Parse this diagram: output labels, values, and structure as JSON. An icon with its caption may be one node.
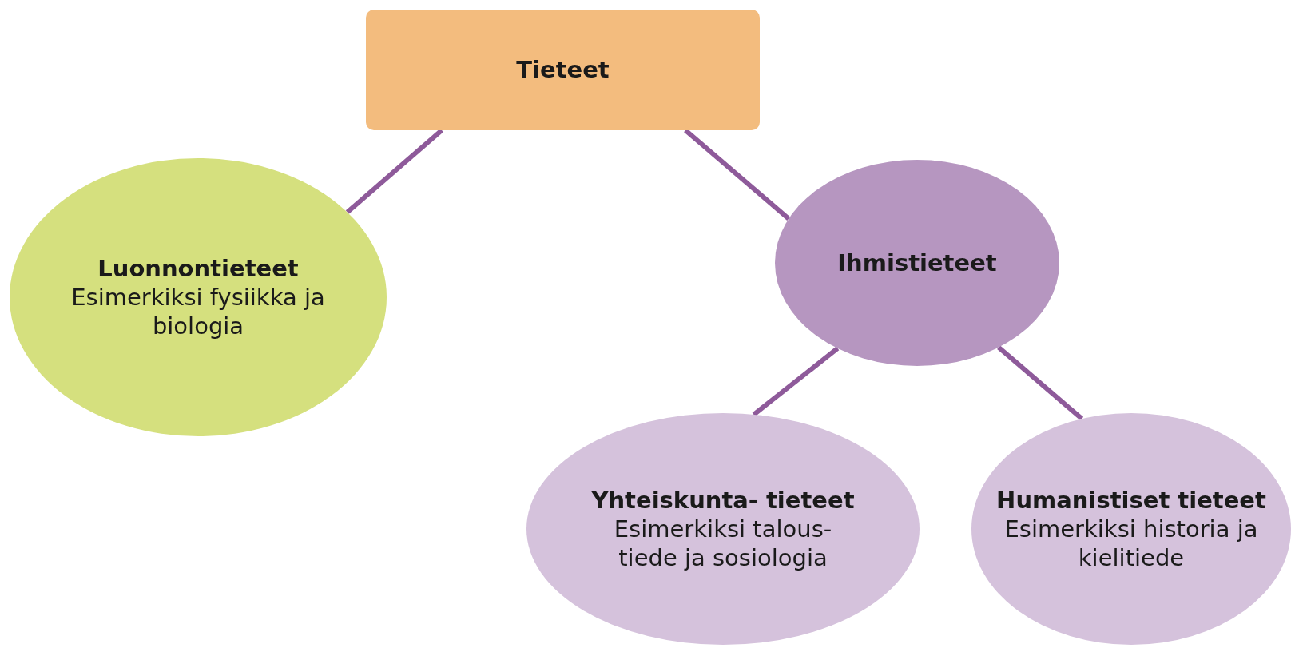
{
  "diagram": {
    "nodes": [
      {
        "text": [
          "Tieteet"
        ]
      },
      {
        "text": [
          "Luonnontieteet",
          "Esimerkiksi fysiikka ja biologia"
        ]
      },
      {
        "text": [
          "Ihmistieteet"
        ]
      },
      {
        "text": [
          "Yhteiskunta- tieteet",
          "Esimerkiksi talous- tiede ja sosiologia"
        ]
      },
      {
        "text": [
          "Humanistiset tieteet",
          "Esimerkiksi historia ja kielitiede"
        ]
      }
    ],
    "edges": [
      {
        "from": 0,
        "to": 1,
        "arrow": "none"
      },
      {
        "from": 0,
        "to": 2,
        "arrow": "none"
      },
      {
        "from": 2,
        "to": 3,
        "arrow": "none"
      },
      {
        "from": 2,
        "to": 4,
        "arrow": "none"
      }
    ]
  }
}
